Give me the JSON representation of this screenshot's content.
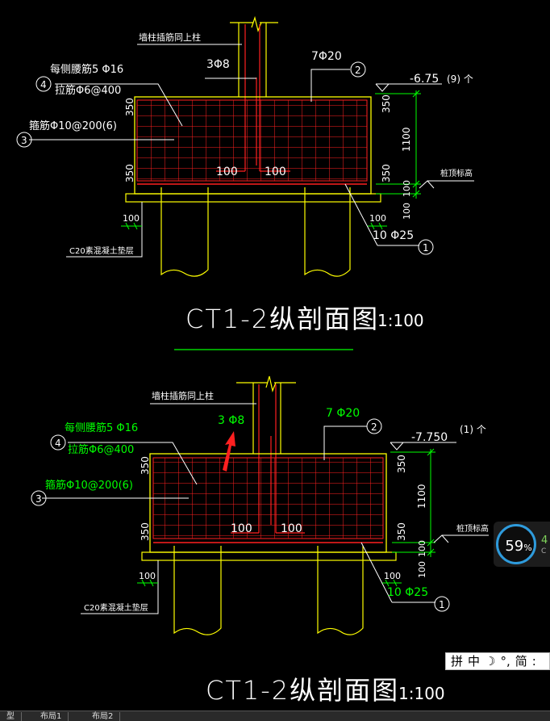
{
  "colors": {
    "background": "#000000",
    "outline": "#ffff00",
    "rebar": "#ff2020",
    "dimension": "#00ff00",
    "text": "#ffffff",
    "annotation_green": "#00ff00",
    "arrow": "#ff2020"
  },
  "section_top": {
    "title": "CT1-2纵剖面图",
    "scale": "1:100",
    "column_note": "墙柱插筋同上柱",
    "stirrup_top": "3Φ8",
    "top_bar": "7Φ20",
    "side_bar": "每侧腰筋5 Φ16",
    "tie_bar": "拉筋Φ6@400",
    "stirrup": "箍筋Φ10@200(6)",
    "bottom_bar": "10 Φ25",
    "elevation": "-6.75",
    "count_note": "(9) 个",
    "pile_top": "桩顶标高",
    "cushion": "C20素混凝土垫层",
    "dim_350a": "350",
    "dim_1100": "1100",
    "dim_350b": "350",
    "dim_100a": "100",
    "dim_100b": "100",
    "dim_100_left": "100",
    "dim_100_right": "100",
    "hook_left": "100",
    "hook_right": "100",
    "tag1": "1",
    "tag2": "2",
    "tag3": "3",
    "tag4": "4"
  },
  "section_bottom": {
    "title": "CT1-2纵剖面图",
    "scale": "1:100",
    "column_note": "墙柱插筋同上柱",
    "stirrup_top": "3 Φ8",
    "top_bar": "7 Φ20",
    "side_bar": "每侧腰筋5 Φ16",
    "tie_bar": "拉筋Φ6@400",
    "stirrup": "箍筋Φ10@200(6)",
    "bottom_bar": "10 Φ25",
    "elevation": "-7.750",
    "count_note": "(1) 个",
    "pile_top": "桩顶标高",
    "cushion": "C20素混凝土垫层",
    "dim_350a": "350",
    "dim_1100": "1100",
    "dim_350b": "350",
    "dim_100a": "100",
    "dim_100b": "100",
    "dim_100_left": "100",
    "dim_100_right": "100",
    "hook_left": "100",
    "hook_right": "100",
    "tag1": "1",
    "tag2": "2",
    "tag3": "3",
    "tag4": "4"
  },
  "progress": {
    "value": "59",
    "unit": "%",
    "side_a": "4",
    "side_b": "C"
  },
  "ime": {
    "grid_icon": "拼",
    "lang": "中",
    "moon": "☽",
    "punct": "°,",
    "simp": "简",
    "more": ":"
  },
  "tabs": [
    "型",
    "布局1",
    "布局2"
  ]
}
